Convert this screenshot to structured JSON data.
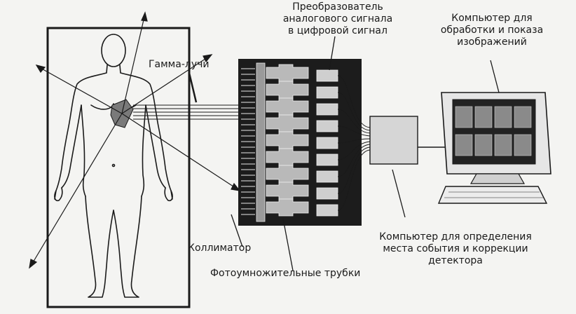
{
  "labels": {
    "gamma_rays": "Гамма-лучи",
    "adc": [
      "Преобразователь",
      "аналогового сигнала",
      "в цифровой сигнал"
    ],
    "computer_display": [
      "Компьютер для",
      "обработки и показа",
      "изображений"
    ],
    "collimator": "Коллиматор",
    "pmt": "Фотоумножительные трубки",
    "computer_event": [
      "Компьютер для определения",
      "места события и коррекции",
      "детектора"
    ]
  },
  "colors": {
    "background": "#f4f4f2",
    "line": "#1a1a1a",
    "detector_body": "#1c1c1c",
    "pmt_gray": "#b9b9b9",
    "adc_gray": "#cfcfcf",
    "computer_box": "#d6d6d6",
    "screen": "#222222",
    "organ": "#7a7a7a"
  },
  "counts": {
    "photomultiplier_tubes": 9,
    "adc_blocks": 9,
    "screen_images": 8
  }
}
